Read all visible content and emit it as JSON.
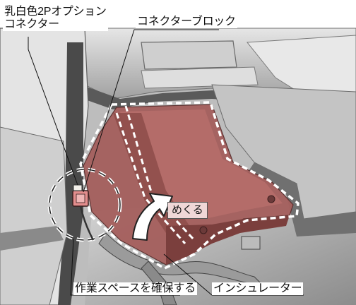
{
  "labels": {
    "milky_connector": "乳白色2Pオプション\nコネクター",
    "connector_block": "コネクターブロック",
    "peel_back": "めくる",
    "work_space": "作業スペースを確保する",
    "insulator": "インシュレーター"
  },
  "colors": {
    "insulator_fill": "#a5605e",
    "connector_fill": "#e28d8d",
    "arrow_fill": "#ffffff",
    "peel_label_bg": "#f0d7d7",
    "background": "#ffffff",
    "dashboard_light": "#d2d2d2",
    "dashboard_dark": "#4a4a4a"
  },
  "icons": {
    "peel_arrow": "curved-up-arrow-icon",
    "connector": "connector-block-icon"
  }
}
